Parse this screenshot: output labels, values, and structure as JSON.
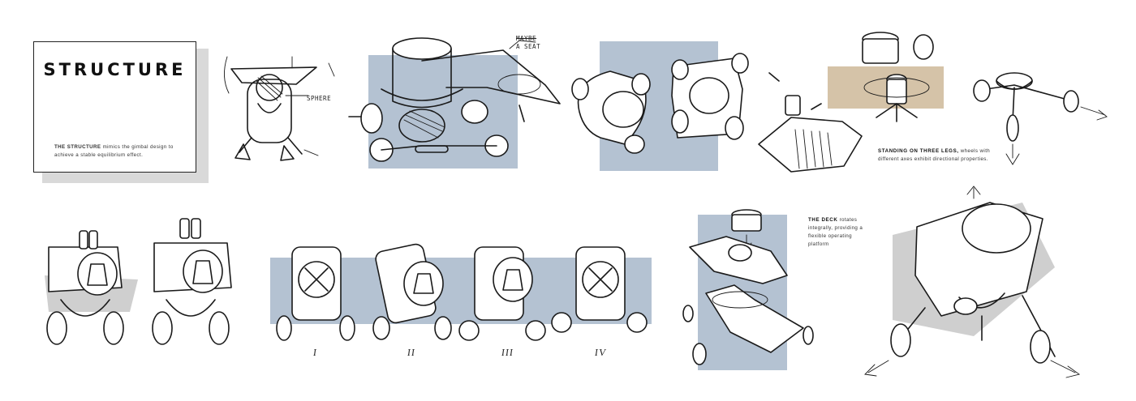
{
  "title_card": {
    "heading": "STRUCTURE",
    "lead": "THE STRUCTURE",
    "text": "mimics the gimbal design to achieve a stable equilibrium effect."
  },
  "annotations": {
    "sphere": "SPHERE",
    "maybe_seat_struck": "MAYBE",
    "maybe_seat": "A SEAT"
  },
  "captions": {
    "legs_lead": "STANDING ON THREE LEGS,",
    "legs_text": "wheels with different axes exhibit directional properties.",
    "deck_lead": "THE DECK",
    "deck_text": "rotates integrally, providing a flexible operating platform"
  },
  "sequence_labels": [
    "I",
    "II",
    "III",
    "IV"
  ],
  "colors": {
    "panel_blue": "#b4c2d2",
    "panel_tan": "#d5c3a8",
    "ink": "#1a1a1a",
    "shadow_gray": "#cfcfcf"
  }
}
